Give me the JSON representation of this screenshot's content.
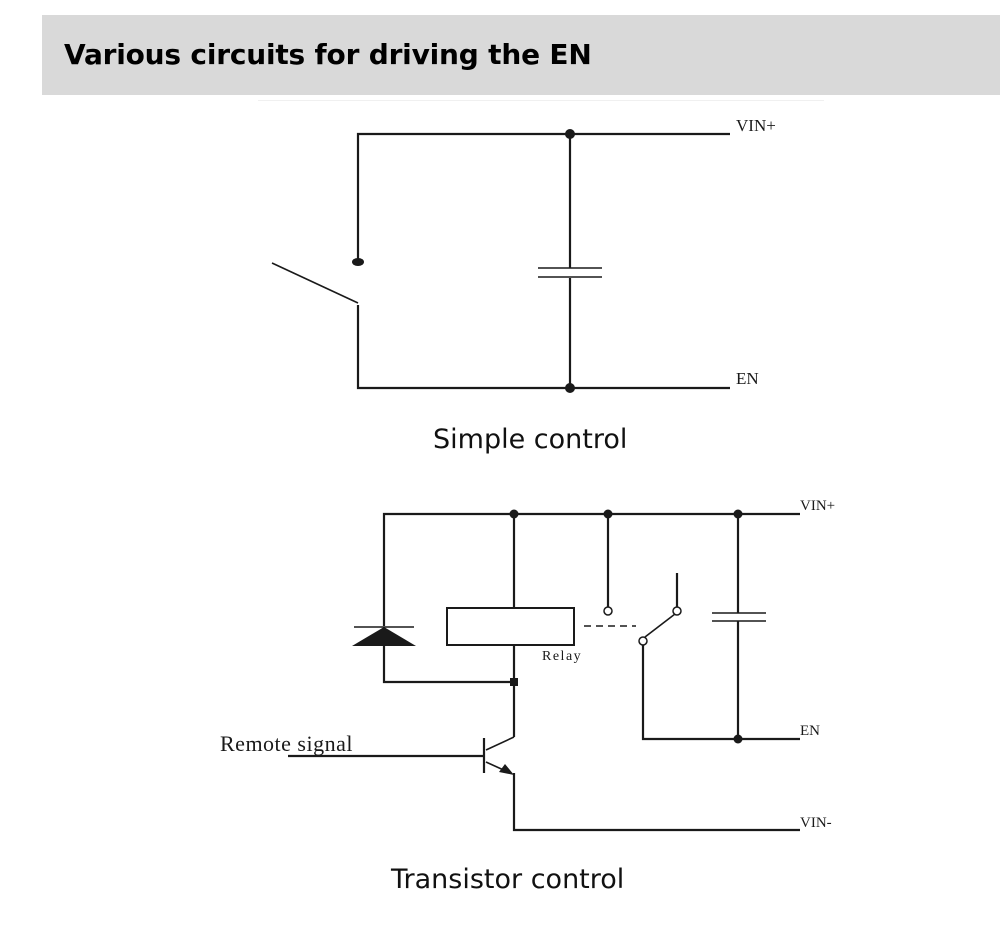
{
  "header": {
    "title": "Various circuits for driving the EN"
  },
  "diagrams": [
    {
      "name": "simple-control",
      "caption": "Simple control",
      "labels": {
        "vin_plus": "VIN+",
        "en": "EN"
      },
      "components": [
        "switch",
        "capacitor"
      ]
    },
    {
      "name": "transistor-control",
      "caption": "Transistor control",
      "labels": {
        "vin_plus": "VIN+",
        "en": "EN",
        "vin_minus": "VIN-",
        "relay": "Relay",
        "remote_signal": "Remote signal"
      },
      "components": [
        "diode",
        "relay-coil",
        "relay-switch",
        "capacitor",
        "npn-transistor"
      ]
    }
  ],
  "colors": {
    "header_bg": "#d9d9d9",
    "ink": "#1a1a1a"
  }
}
